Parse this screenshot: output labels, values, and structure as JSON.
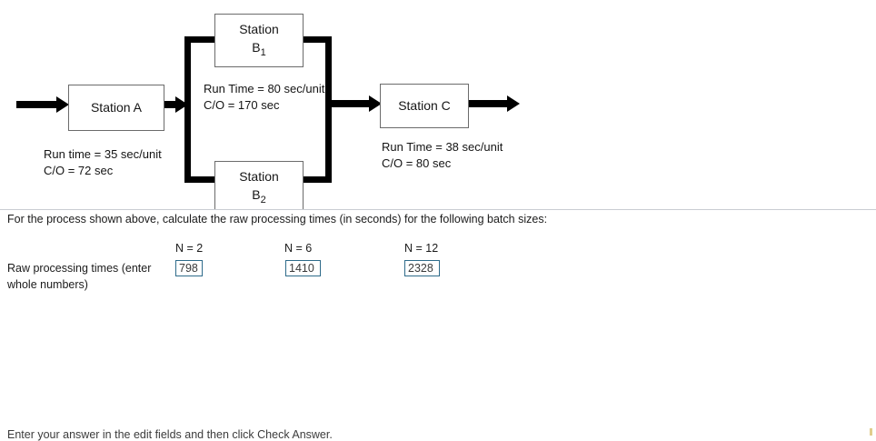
{
  "diagram": {
    "stations": [
      {
        "id": "a",
        "label": "Station A",
        "sub": "",
        "run_time": "Run time = 35 sec/unit",
        "changeover": "C/O = 72 sec"
      },
      {
        "id": "b1",
        "label": "Station",
        "sub": "B",
        "subscript": "1"
      },
      {
        "id": "b2",
        "label": "Station",
        "sub": "B",
        "subscript": "2"
      },
      {
        "id": "c",
        "label": "Station C",
        "sub": "",
        "run_time": "Run Time = 38 sec/unit",
        "changeover": "C/O = 80 sec"
      }
    ],
    "annotations": {
      "b_run_time": "Run Time = 80 sec/unit",
      "b_changeover": "C/O = 170 sec",
      "a_run_time": "Run time = 35 sec/unit",
      "a_changeover": "C/O = 72 sec",
      "c_run_time": "Run Time = 38 sec/unit",
      "c_changeover": "C/O = 80 sec"
    },
    "box_labels": {
      "a": "Station A",
      "c": "Station C",
      "b_word": "Station",
      "b1_letter": "B",
      "b1_index": "1",
      "b2_letter": "B",
      "b2_index": "2"
    },
    "colors": {
      "connector": "#000000",
      "box_border": "#6b6b6b",
      "divider": "#c9cdd2"
    }
  },
  "question": {
    "prompt": "For the process shown above, calculate the raw processing times (in seconds) for the following batch sizes:",
    "row_label": "Raw processing times (enter whole numbers)",
    "columns": [
      {
        "header": "N = 2",
        "value": "798"
      },
      {
        "header": "N = 6",
        "value": "1410"
      },
      {
        "header": "N = 12",
        "value": "2328"
      }
    ],
    "input_border_color": "#2e6b8a"
  },
  "footer": {
    "instruction": "Enter your answer in the edit fields and then click Check Answer."
  }
}
